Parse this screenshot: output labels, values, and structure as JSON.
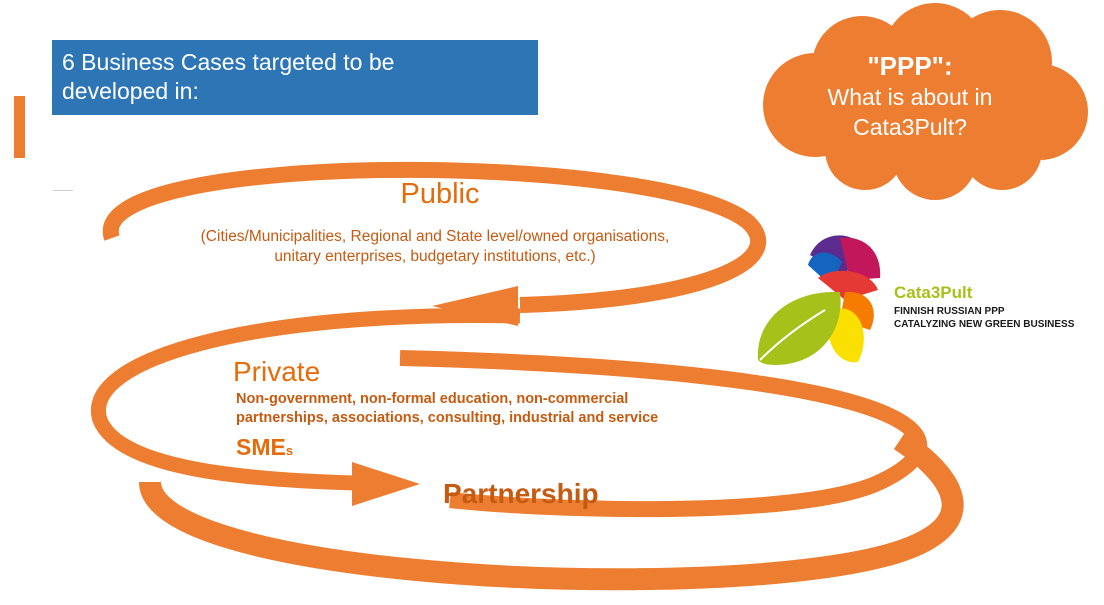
{
  "header": {
    "title_line1": "6 Business Cases targeted to be",
    "title_line2": "developed in:"
  },
  "cloud": {
    "line1": "\"PPP\":",
    "line2": "What is about in",
    "line3": "Cata3Pult?"
  },
  "public": {
    "title": "Public",
    "desc_line1": "(Cities/Municipalities, Regional and State level/owned organisations,",
    "desc_line2": "unitary enterprises, budgetary institutions, etc.)"
  },
  "private": {
    "title": "Private",
    "desc_line1": "Non-government, non-formal education, non-commercial",
    "desc_line2": "partnerships, associations, consulting, industrial and service",
    "smes": "SME",
    "smes_suffix": "s"
  },
  "partnership": {
    "label": "Partnership"
  },
  "logo": {
    "name": "Cata3Pult",
    "tagline1": "FINNISH RUSSIAN PPP",
    "tagline2": "CATALYZING NEW GREEN BUSINESS"
  },
  "colors": {
    "orange": "#ed7d31",
    "title_blue": "#2e75b6",
    "text_orange": "#c55a11",
    "logo_green": "#a6c21a"
  }
}
